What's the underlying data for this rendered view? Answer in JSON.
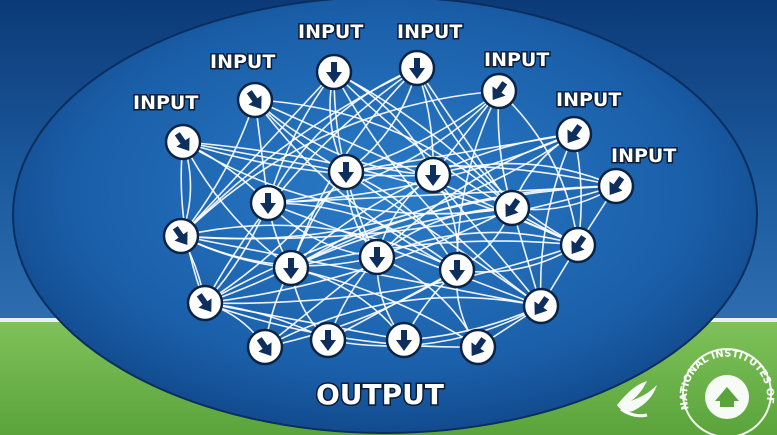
{
  "labels": {
    "input": "INPUT",
    "output": "OUTPUT"
  },
  "logo_text": {
    "nih": "NATIONAL INSTITUTES OF HEALTH"
  },
  "colors": {
    "background_blue": "#0d3f7c",
    "ellipse_blue": "#1a62ad",
    "green_band": "#6db54a",
    "node_fill": "#ffffff",
    "arrow_fill": "#0e2f5e"
  },
  "icons": [
    "down-arrow-icon",
    "hhs-eagle-icon",
    "nih-seal-icon"
  ]
}
